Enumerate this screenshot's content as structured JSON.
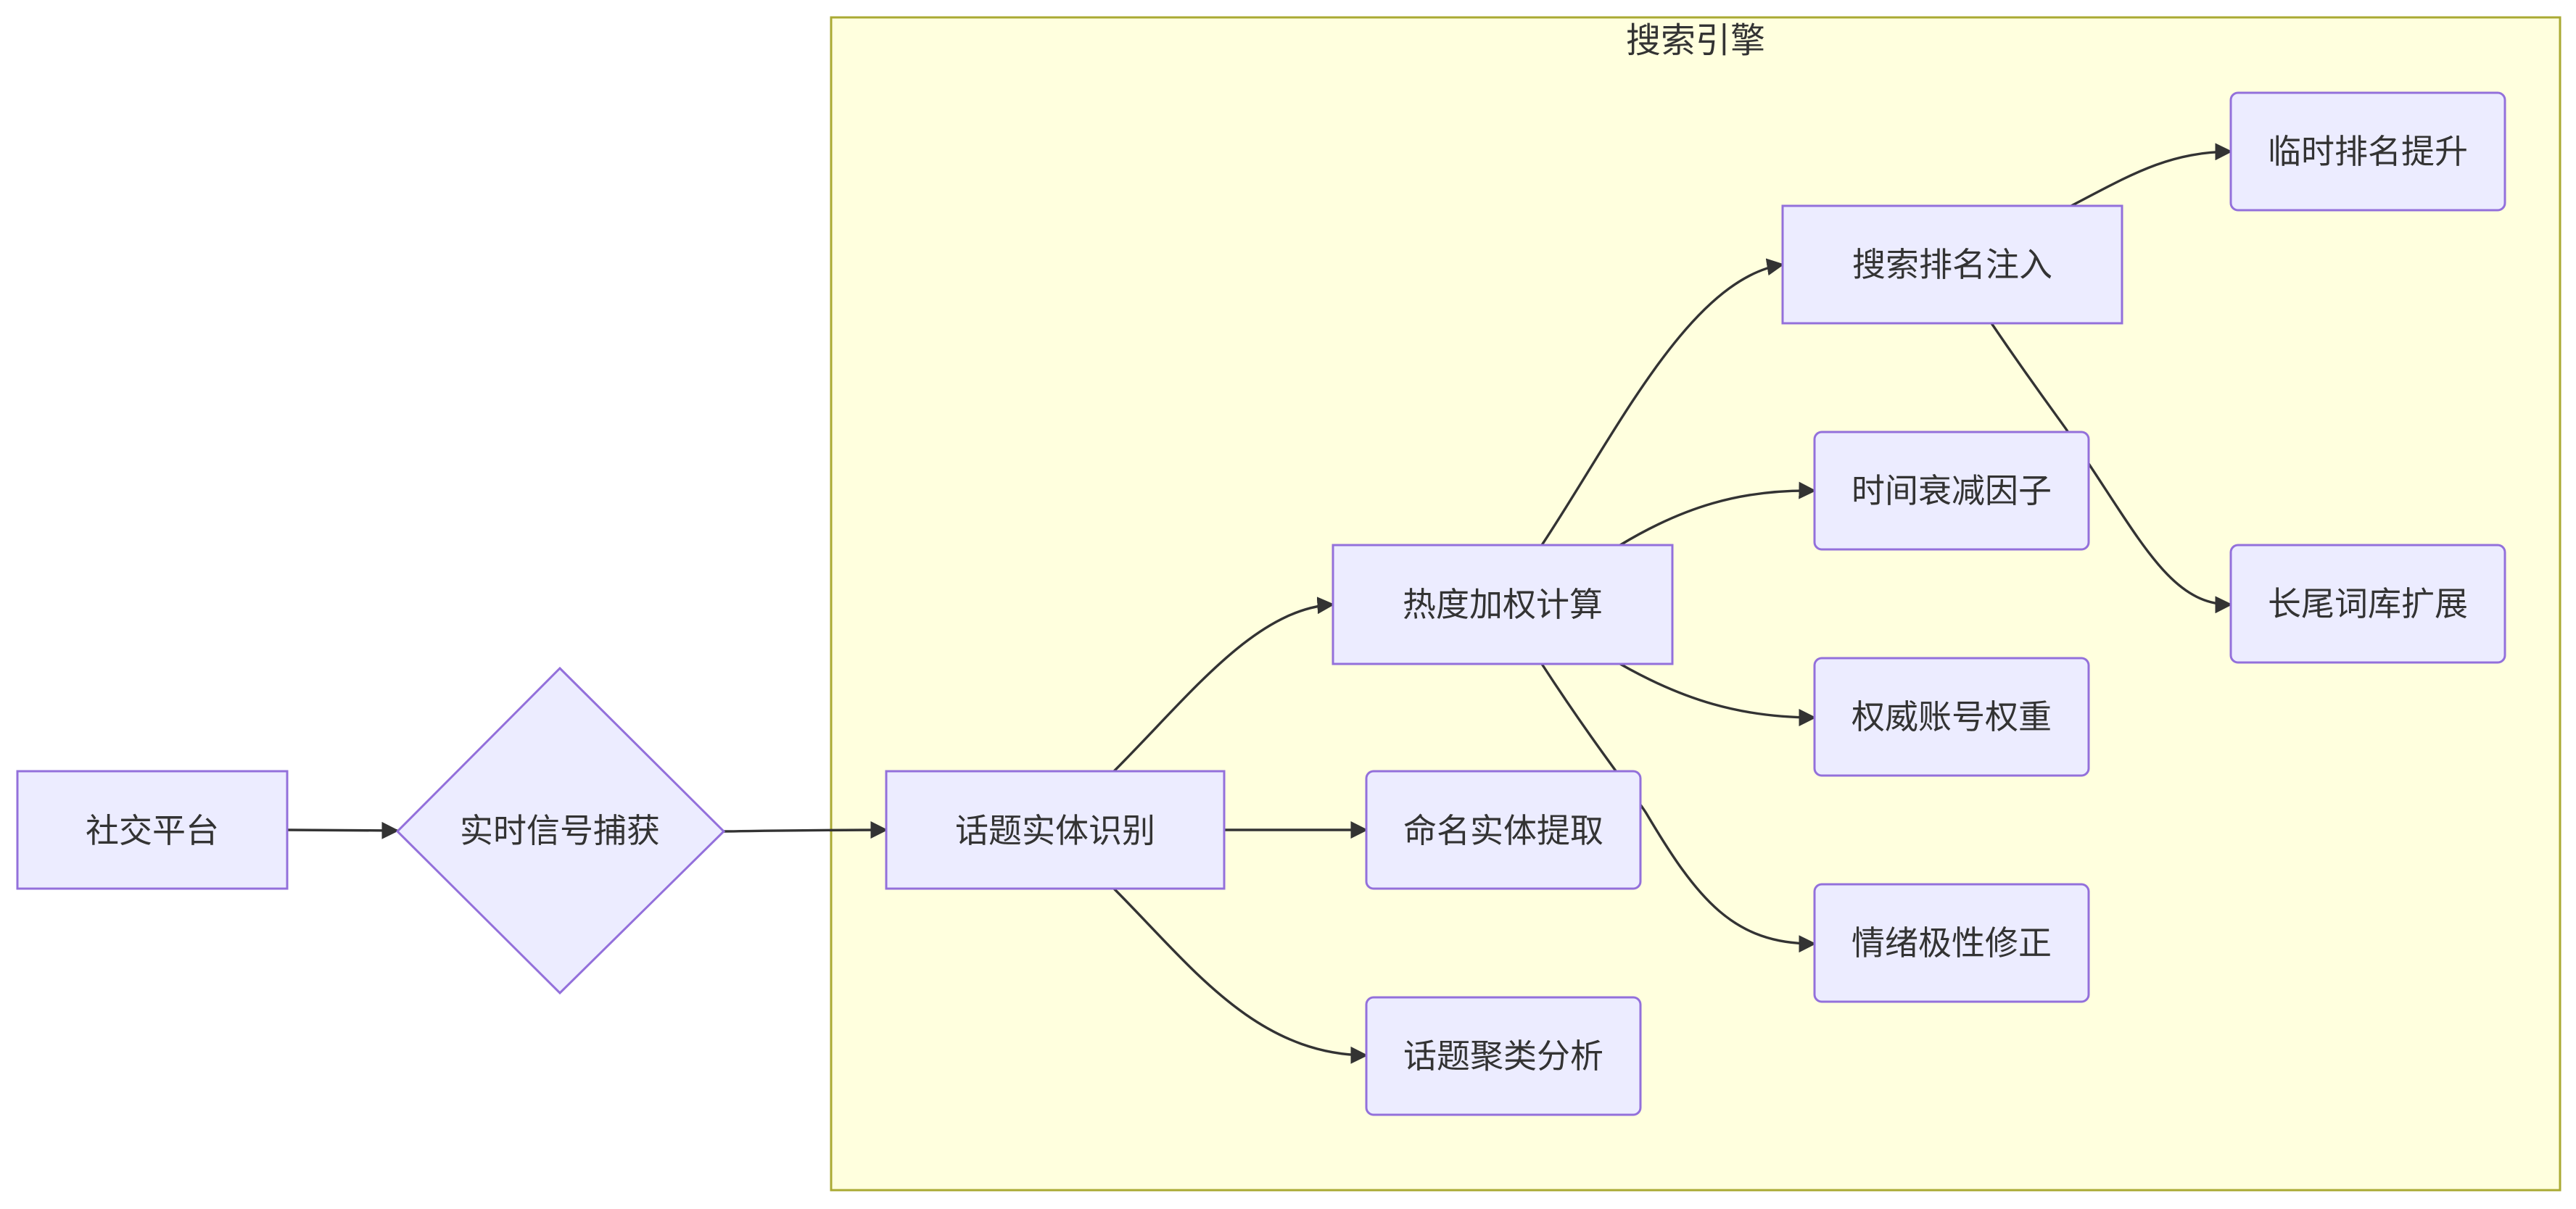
{
  "diagram": {
    "cluster": {
      "label": "搜索引擎",
      "fill": "#FFFFDE",
      "stroke": "#AAAA33"
    },
    "node_style": {
      "fill": "#ECECFF",
      "stroke": "#9370DB"
    },
    "nodes": {
      "social": "社交平台",
      "capture": "实时信号捕获",
      "topic_entity": "话题实体识别",
      "heat": "热度加权计算",
      "ner": "命名实体提取",
      "cluster_analysis": "话题聚类分析",
      "rank_inject": "搜索排名注入",
      "time_decay": "时间衰减因子",
      "authority": "权威账号权重",
      "sentiment": "情绪极性修正",
      "temp_boost": "临时排名提升",
      "longtail": "长尾词库扩展"
    },
    "edges": [
      [
        "social",
        "capture"
      ],
      [
        "capture",
        "topic_entity"
      ],
      [
        "topic_entity",
        "heat"
      ],
      [
        "topic_entity",
        "ner"
      ],
      [
        "topic_entity",
        "cluster_analysis"
      ],
      [
        "heat",
        "rank_inject"
      ],
      [
        "heat",
        "time_decay"
      ],
      [
        "heat",
        "authority"
      ],
      [
        "heat",
        "sentiment"
      ],
      [
        "rank_inject",
        "temp_boost"
      ],
      [
        "rank_inject",
        "longtail"
      ]
    ]
  }
}
